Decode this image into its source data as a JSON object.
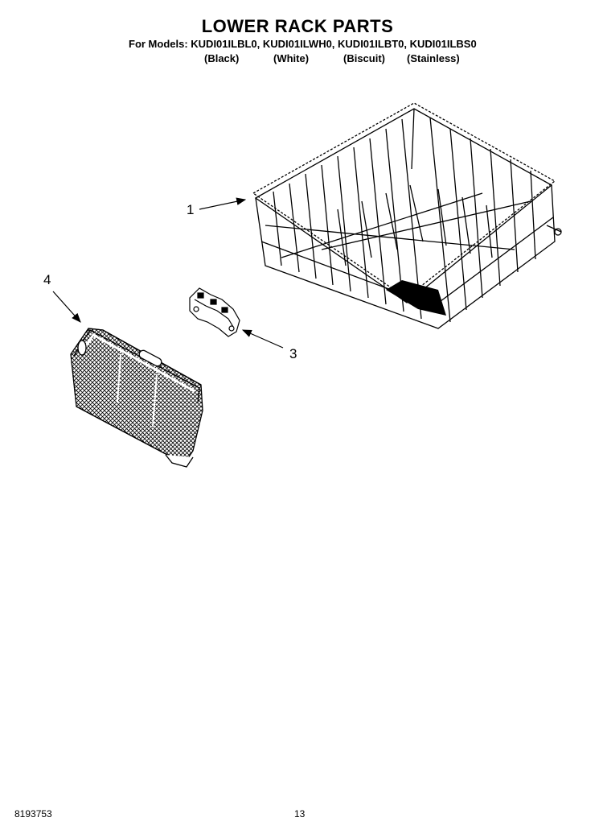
{
  "header": {
    "title": "LOWER RACK PARTS",
    "models_line": "For Models: KUDI01ILBL0, KUDI01ILWH0, KUDI01ILBT0, KUDI01ILBS0",
    "colors": [
      "(Black)",
      "(White)",
      "(Biscuit)",
      "(Stainless)"
    ]
  },
  "callouts": {
    "part1": "1",
    "part3": "3",
    "part4": "4"
  },
  "footer": {
    "doc_number": "8193753",
    "page_number": "13"
  }
}
